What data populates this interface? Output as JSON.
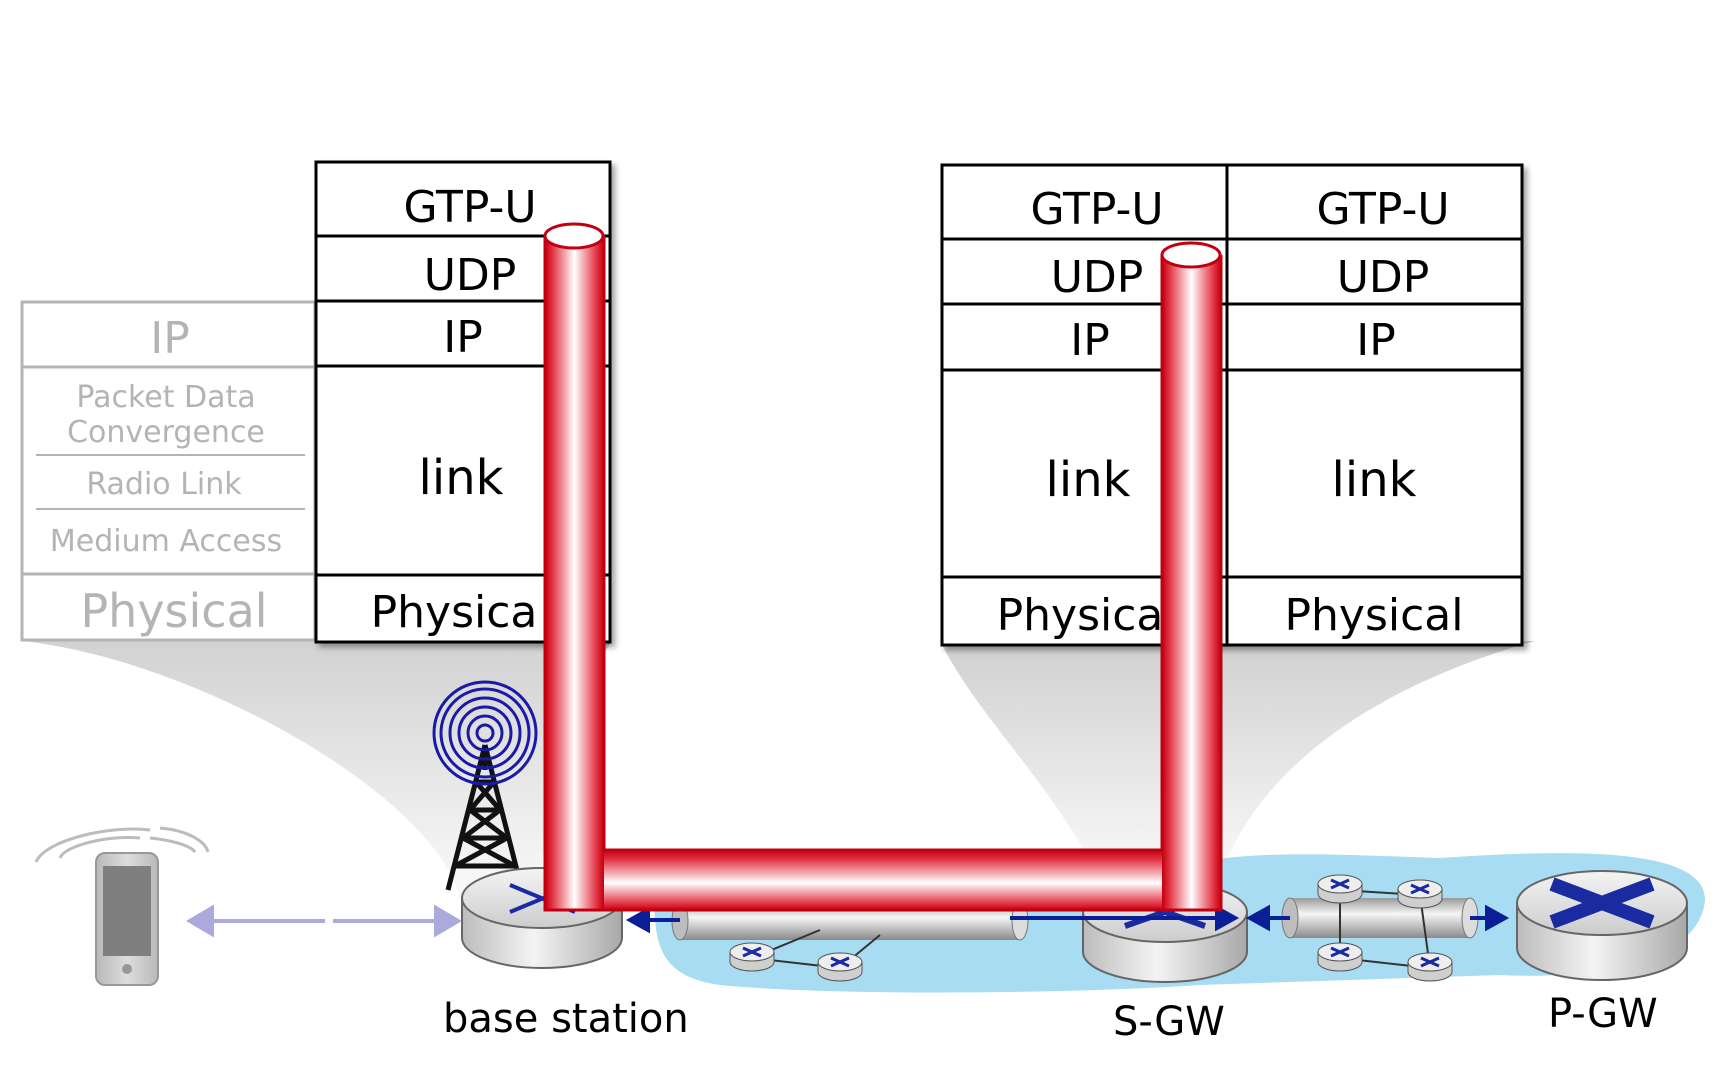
{
  "ue_stack": {
    "ip": "IP",
    "pdcp_line1": "Packet Data",
    "pdcp_line2": "Convergence",
    "rlc": "Radio Link",
    "mac": "Medium Access",
    "physical": "Physical"
  },
  "bs_stack": {
    "gtpu": "GTP-U",
    "udp": "UDP",
    "ip": "IP",
    "link": "link",
    "physical": "Physica"
  },
  "sgw_stack_left": {
    "gtpu": "GTP-U",
    "udp": "UDP",
    "ip": "IP",
    "link": "link",
    "physical": "Physica"
  },
  "sgw_stack_right": {
    "gtpu": "GTP-U",
    "udp": "UDP",
    "ip": "IP",
    "link": "link",
    "physical": "Physical"
  },
  "nodes": {
    "base_station": "base station",
    "sgw": "S-GW",
    "pgw": "P-GW"
  },
  "colors": {
    "tunnel_red": "#c8141e",
    "network_cloud": "#a8dcf2",
    "arrow_blue": "#0a1e96",
    "ue_stack_gray": "#b4b4b4"
  }
}
